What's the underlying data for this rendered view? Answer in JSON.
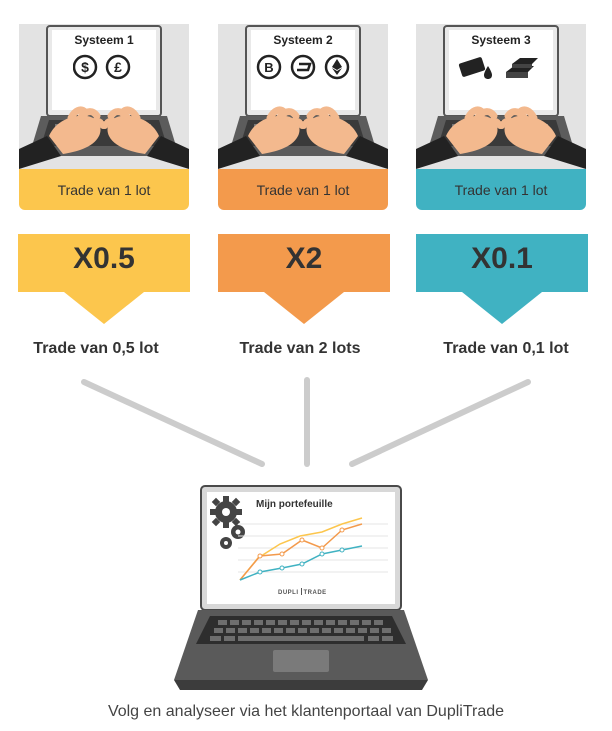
{
  "systems": [
    {
      "title": "Systeem 1",
      "band": "Trade van 1 lot",
      "multiplier": "X0.5",
      "result": "Trade van 0,5 lot",
      "icons": [
        "dollar-icon",
        "pound-icon"
      ]
    },
    {
      "title": "Systeem 2",
      "band": "Trade van 1 lot",
      "multiplier": "X2",
      "result": "Trade van 2 lots",
      "icons": [
        "bitcoin-icon",
        "dash-icon",
        "ethereum-icon"
      ]
    },
    {
      "title": "Systeem 3",
      "band": "Trade van 1 lot",
      "multiplier": "X0.1",
      "result": "Trade van 0,1 lot",
      "icons": [
        "oil-icon",
        "gold-bars-icon"
      ]
    }
  ],
  "portal": {
    "title": "Mijn portefeuille",
    "brand_left": "DUPLI",
    "brand_right": "TRADE"
  },
  "footer": "Volg en analyseer via het klantenportaal van DupliTrade",
  "colors": {
    "yellow": "#FCC64D",
    "orange": "#F39A4C",
    "teal": "#40B2C2",
    "card_bg": "#E3E3E3",
    "connector": "#CCCCCC"
  }
}
